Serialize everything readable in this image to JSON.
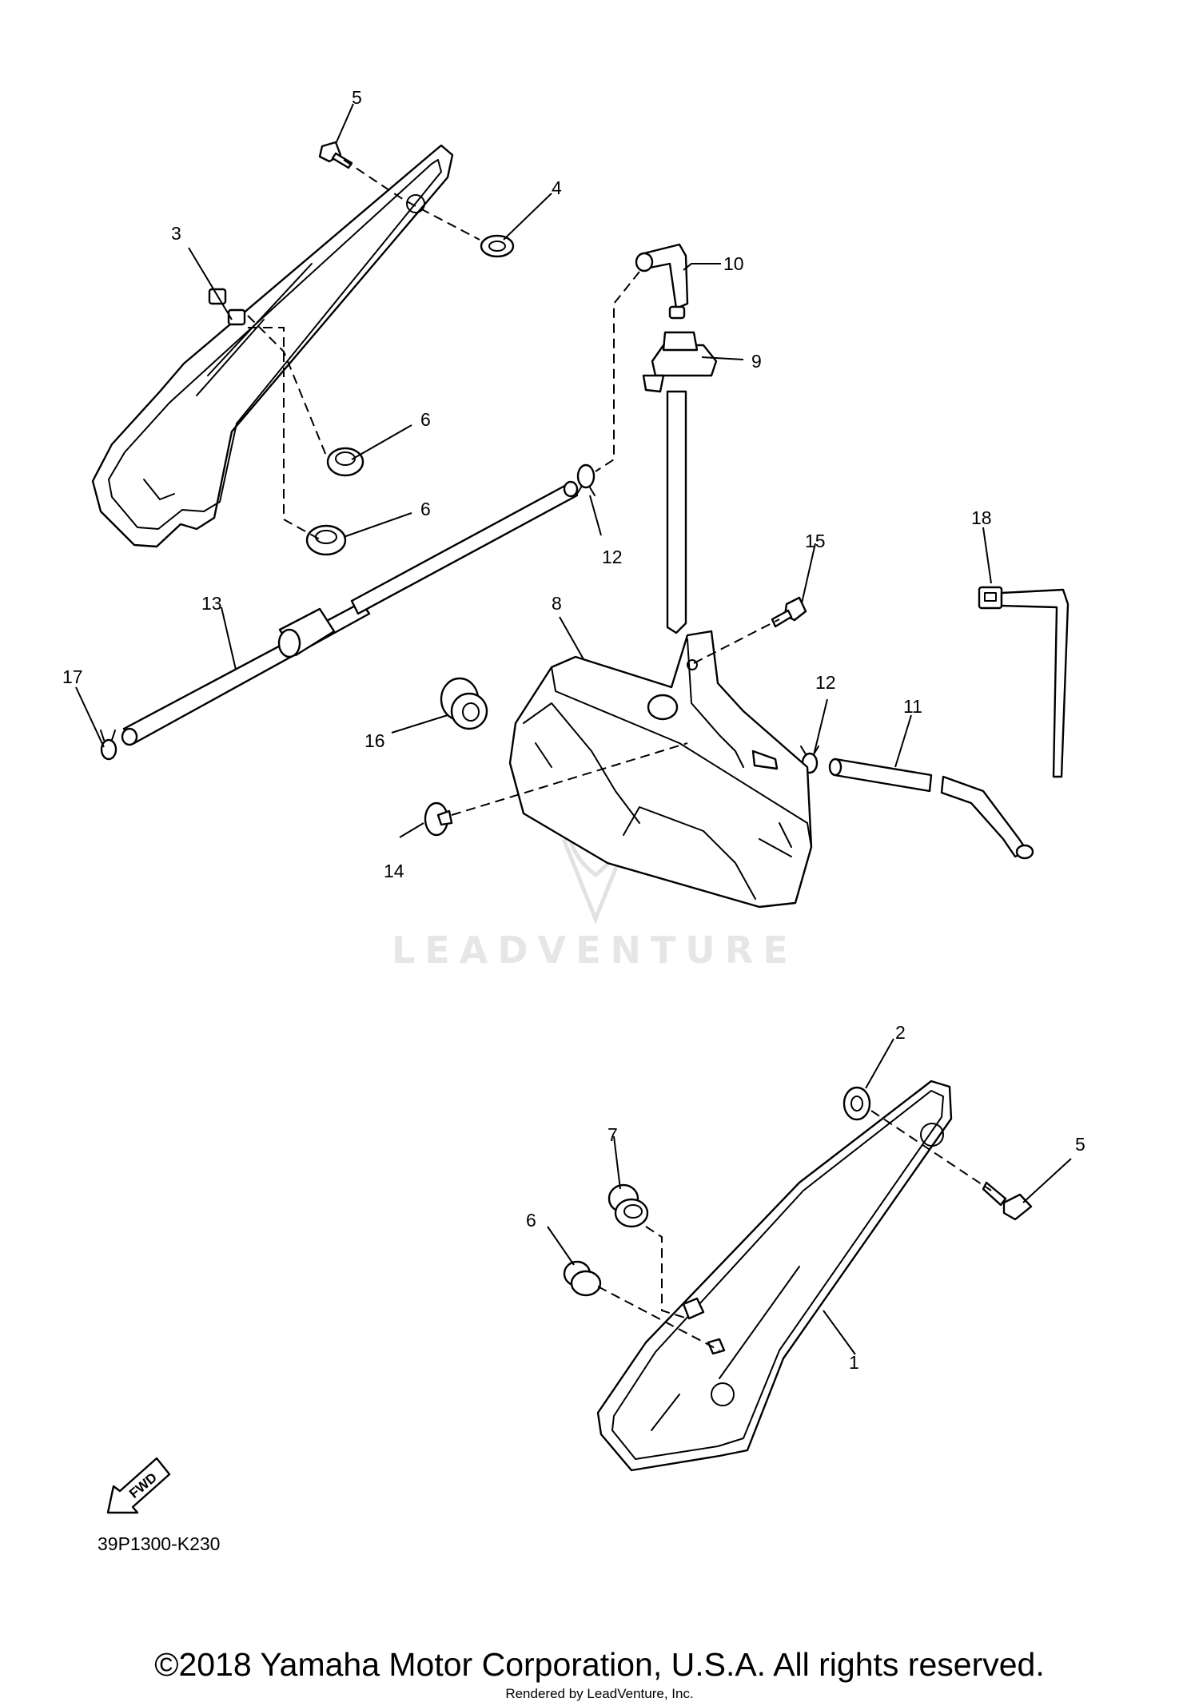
{
  "diagram": {
    "callouts": {
      "c1": "1",
      "c2": "2",
      "c3": "3",
      "c4": "4",
      "c5a": "5",
      "c5b": "5",
      "c6a": "6",
      "c6b": "6",
      "c6c": "6",
      "c7": "7",
      "c8": "8",
      "c9": "9",
      "c10": "10",
      "c11": "11",
      "c12a": "12",
      "c12b": "12",
      "c13": "13",
      "c14": "14",
      "c15": "15",
      "c16": "16",
      "c17": "17",
      "c18": "18"
    },
    "fwd_label": "FWD",
    "diagram_code": "39P1300-K230",
    "watermark_text": "LEADVENTURE"
  },
  "footer": {
    "copyright": "©2018 Yamaha Motor Corporation, U.S.A. All rights reserved.",
    "rendered_by": "Rendered by LeadVenture, Inc."
  }
}
